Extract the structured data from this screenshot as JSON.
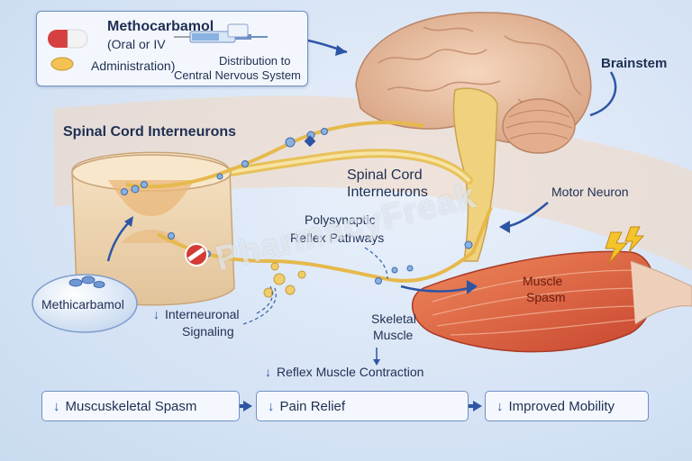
{
  "drug_box": {
    "name": "Methocarbamol",
    "route_line1": "(Oral or IV",
    "route_line2": "Administration)",
    "distribution_line1": "Distribution to",
    "distribution_line2": "Central Nervous System"
  },
  "labels": {
    "brainstem": "Brainstem",
    "spinal_interneurons_top": "Spinal Cord Interneurons",
    "spinal_interneurons_mid_1": "Spinal Cord",
    "spinal_interneurons_mid_2": "Interneurons",
    "motor_neuron": "Motor Neuron",
    "polysynaptic_1": "Polysynaptic",
    "polysynaptic_2": "Reflex Pathways",
    "methocarbamol_bubble": "Methicarbamol",
    "interneuronal_1": "Interneuronal",
    "interneuronal_2": "Signaling",
    "muscle_spasm_1": "Muscle",
    "muscle_spasm_2": "Spasm",
    "skeletal_1": "Skeletal",
    "skeletal_2": "Muscle",
    "reflex_contraction": "Reflex Muscle Contraction",
    "down_arrow": "↓"
  },
  "outcomes": [
    {
      "label": "Muscuskeletal Spasm"
    },
    {
      "label": "Pain Relief"
    },
    {
      "label": "Improved Mobility"
    }
  ],
  "watermark": "PharmacyFreak",
  "colors": {
    "accent_blue": "#2d55a5",
    "nerve_yellow": "#e8c15a",
    "muscle_red": "#d8553a",
    "brain_tan": "#e7b99a",
    "lightning": "#f4c52b"
  }
}
